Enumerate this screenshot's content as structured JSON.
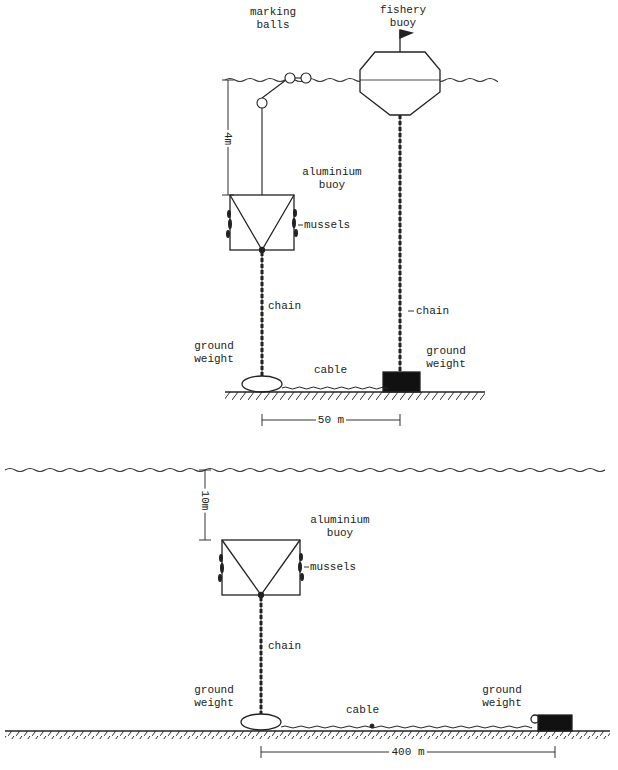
{
  "diagram": {
    "labels": [
      "marking balls",
      "fishery buoy",
      "4m",
      "aluminium buoy",
      "mussels",
      "chain",
      "chain",
      "ground weight",
      "cable",
      "ground weight",
      "50 m",
      "10m",
      "aluminium buoy",
      "mussels",
      "chain",
      "ground weight",
      "cable",
      "ground weight",
      "400 m"
    ]
  }
}
